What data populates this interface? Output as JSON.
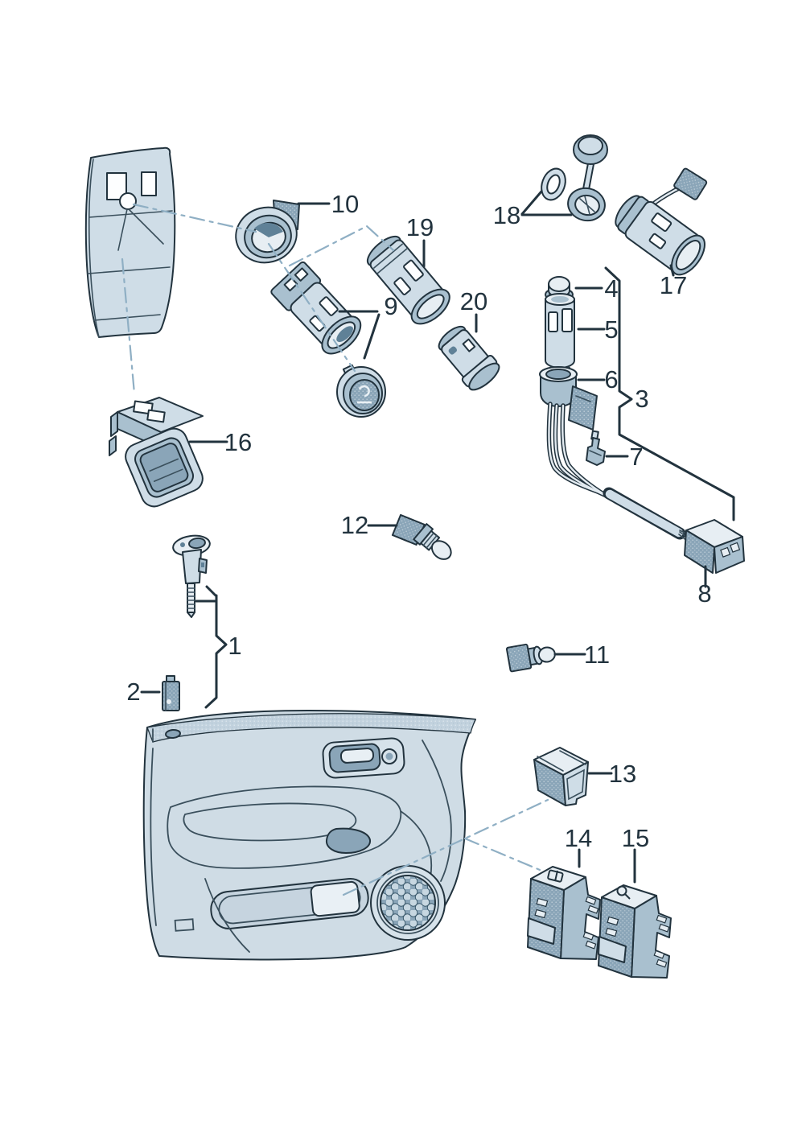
{
  "diagram": {
    "type": "exploded-parts-diagram",
    "subject": "door electrical components and switches",
    "callouts": [
      {
        "label": "1"
      },
      {
        "label": "2"
      },
      {
        "label": "3"
      },
      {
        "label": "4"
      },
      {
        "label": "5"
      },
      {
        "label": "6"
      },
      {
        "label": "7"
      },
      {
        "label": "8"
      },
      {
        "label": "9"
      },
      {
        "label": "10"
      },
      {
        "label": "11"
      },
      {
        "label": "12"
      },
      {
        "label": "13"
      },
      {
        "label": "14"
      },
      {
        "label": "15"
      },
      {
        "label": "16"
      },
      {
        "label": "17"
      },
      {
        "label": "18"
      },
      {
        "label": "19"
      },
      {
        "label": "20"
      }
    ],
    "colors": {
      "background": "#ffffff",
      "outline": "#22333e",
      "fill_light": "#e7eef3",
      "fill_base": "#cfdde7",
      "fill_mid": "#a9c0cf",
      "fill_dark": "#8aa5b8",
      "fill_deep": "#5f8197",
      "guide": "#8fafc4",
      "door_base": "#cfdce5",
      "door_band": "#c2d2de",
      "crease": "#3a4f5c",
      "wire_core": "#e2eaf0"
    }
  }
}
